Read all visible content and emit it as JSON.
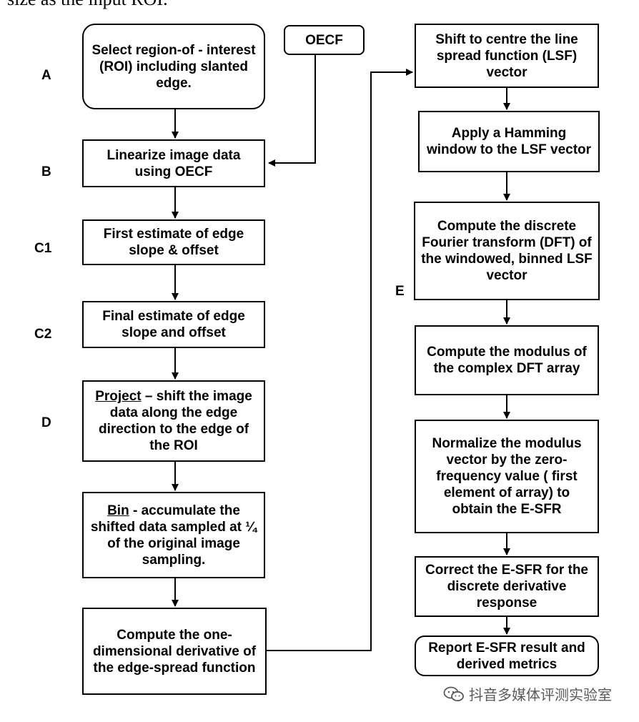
{
  "top_strip_text": "size as the input ROI.",
  "side_labels": {
    "A": "A",
    "B": "B",
    "C1": "C1",
    "C2": "C2",
    "D": "D",
    "E": "E"
  },
  "boxes": {
    "select_roi": "Select region-of - interest (ROI) including slanted edge.",
    "oecf": "OECF",
    "linearize": "Linearize image data using OECF",
    "first_estimate": "First estimate of edge slope & offset",
    "final_estimate": "Final estimate of edge slope and offset",
    "project_lead": "Project",
    "project_rest": " – shift the image data along the edge direction to the edge of the ROI",
    "bin_lead": "Bin",
    "bin_rest": " - accumulate the shifted data sampled at ¼ of the original image sampling.",
    "derivative": "Compute the one-dimensional derivative of the edge-spread function",
    "shift_lsf": "Shift to centre the line spread function (LSF) vector",
    "hamming": "Apply a Hamming window to the LSF vector",
    "dft": "Compute the discrete Fourier transform (DFT) of the windowed, binned LSF vector",
    "modulus": "Compute the modulus of the complex DFT array",
    "normalize": "Normalize the modulus vector by the zero-frequency value ( first element of array) to obtain the E-SFR",
    "correct": "Correct the E-SFR for the discrete derivative response",
    "report": "Report E-SFR result and derived metrics"
  },
  "watermark": "抖音多媒体评测实验室"
}
